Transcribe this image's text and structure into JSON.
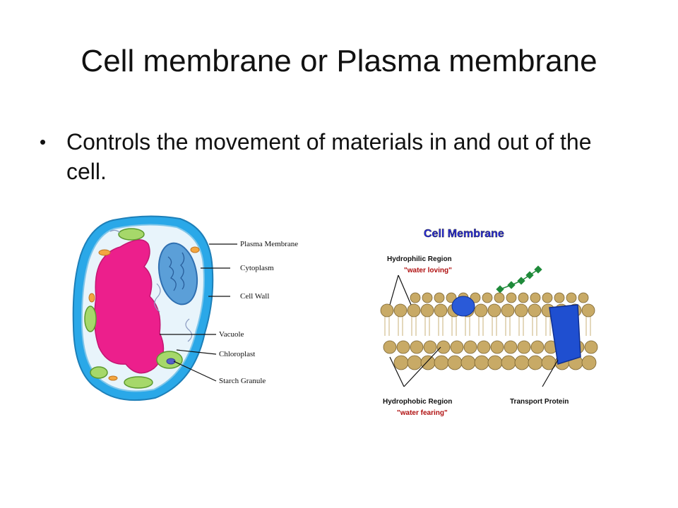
{
  "slide": {
    "title": "Cell membrane or Plasma membrane",
    "bullets": [
      {
        "text": "Controls the movement of materials in and out of the cell."
      }
    ]
  },
  "plant_cell_figure": {
    "labels": {
      "plasma_membrane": "Plasma Membrane",
      "cytoplasm": "Cytoplasm",
      "cell_wall": "Cell Wall",
      "vacuole": "Vacuole",
      "chloroplast": "Chloroplast",
      "starch_granule": "Starch Granule"
    },
    "colors": {
      "cell_wall": "#2aa8e8",
      "cytoplasm": "#e8f4fb",
      "vacuole": "#ec1f8c",
      "nucleus": "#5b9fd8",
      "chloroplast": "#a6d86a",
      "mitochondria": "#f3a640"
    }
  },
  "membrane_figure": {
    "title": "Cell Membrane",
    "hydrophilic_label": "Hydrophilic Region",
    "hydrophilic_sub": "\"water loving\"",
    "hydrophobic_label": "Hydrophobic Region",
    "hydrophobic_sub": "\"water fearing\"",
    "transport_label": "Transport Protein",
    "colors": {
      "title": "#2b2ee0",
      "sublabel": "#b01010",
      "head": "#c8aa66",
      "protein": "#1f4fd0",
      "sugar_chain": "#1f8a3a"
    }
  }
}
